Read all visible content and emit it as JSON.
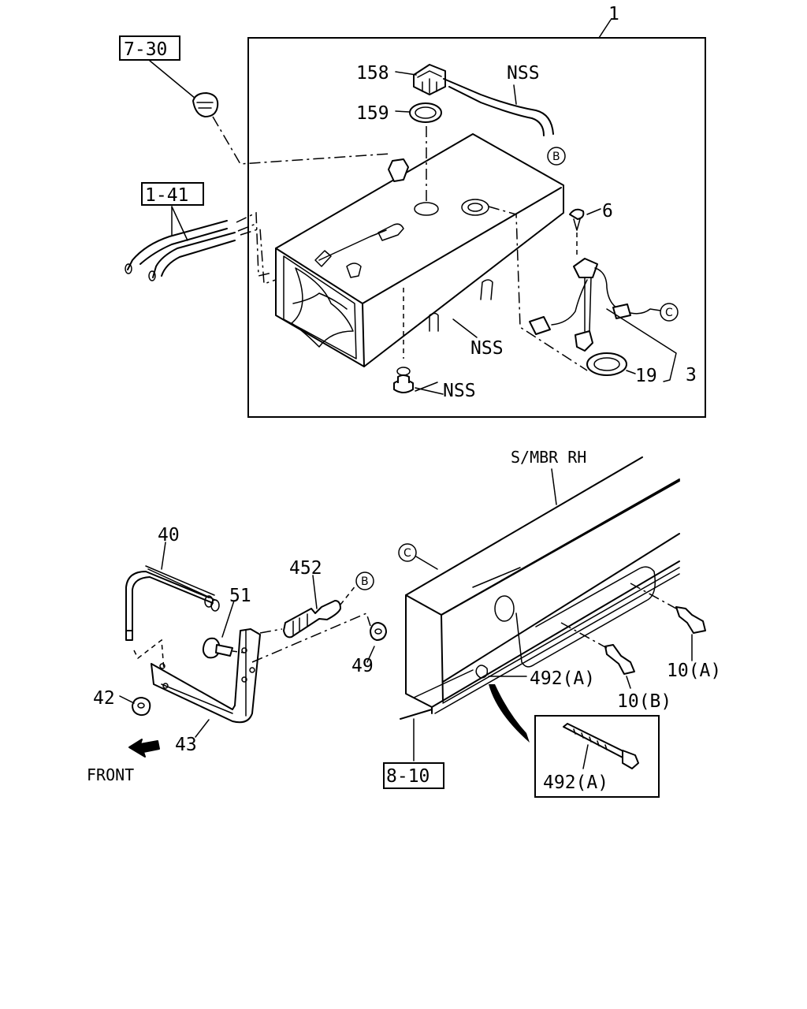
{
  "labels": {
    "main_assembly": "1",
    "ref_7_30": "7-30",
    "ref_1_41": "1-41",
    "ref_8_10": "8-10",
    "p158": "158",
    "p159": "159",
    "nss_top": "NSS",
    "p6": "6",
    "nss_mid": "NSS",
    "nss_bottom": "NSS",
    "p19": "19",
    "p3": "3",
    "s_mbr_rh": "S/MBR RH",
    "p40": "40",
    "p452": "452",
    "p51": "51",
    "p49": "49",
    "p42": "42",
    "p43": "43",
    "front": "FRONT",
    "p492a_main": "492(A)",
    "p492a_detail": "492(A)",
    "p10a": "10(A)",
    "p10b": "10(B)"
  },
  "markers": {
    "b_top": "B",
    "b_mid": "B",
    "c_right": "C",
    "c_lower": "C"
  },
  "icons": {
    "front_arrow": "front-arrow-icon"
  }
}
